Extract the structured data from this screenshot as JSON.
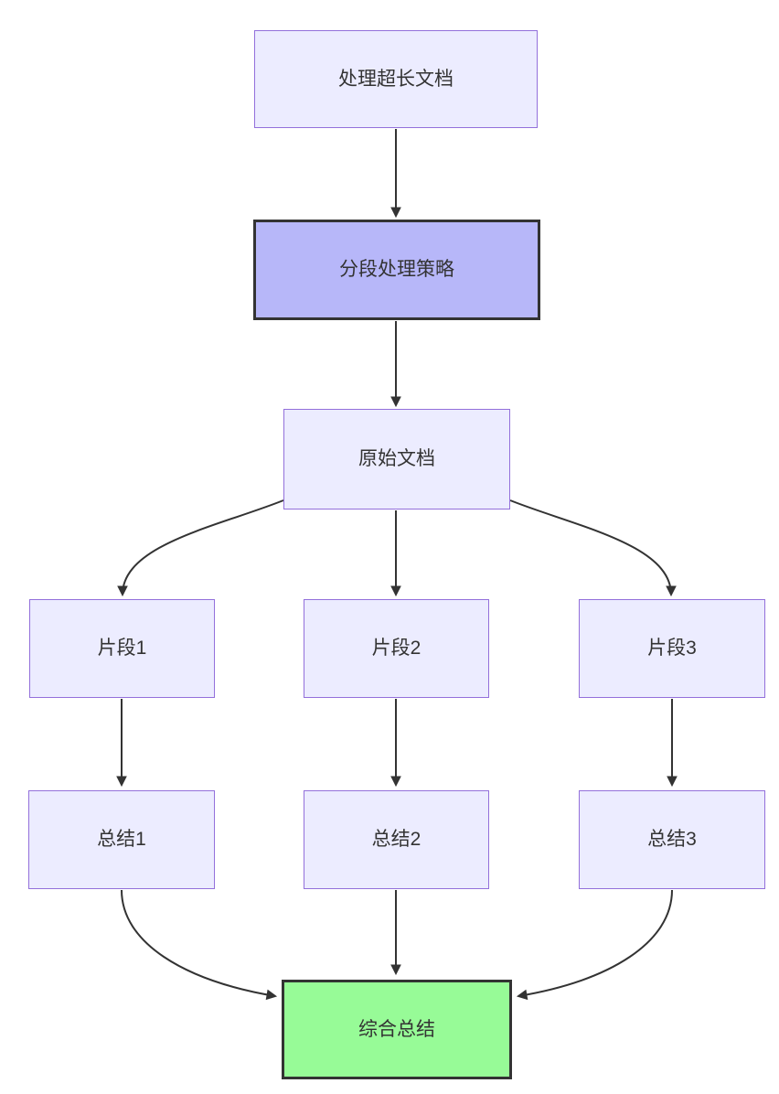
{
  "diagram": {
    "type": "flowchart",
    "direction": "top-down",
    "nodes": [
      {
        "id": "A",
        "label": "处理超长文档",
        "kind": "default"
      },
      {
        "id": "B",
        "label": "分段处理策略",
        "kind": "emphasis-purple"
      },
      {
        "id": "C",
        "label": "原始文档",
        "kind": "default"
      },
      {
        "id": "D",
        "label": "片段1",
        "kind": "default"
      },
      {
        "id": "E",
        "label": "片段2",
        "kind": "default"
      },
      {
        "id": "F",
        "label": "片段3",
        "kind": "default"
      },
      {
        "id": "G",
        "label": "总结1",
        "kind": "default"
      },
      {
        "id": "H",
        "label": "总结2",
        "kind": "default"
      },
      {
        "id": "I",
        "label": "总结3",
        "kind": "default"
      },
      {
        "id": "J",
        "label": "综合总结",
        "kind": "emphasis-green"
      }
    ],
    "edges": [
      {
        "from": "A",
        "to": "B"
      },
      {
        "from": "B",
        "to": "C"
      },
      {
        "from": "C",
        "to": "D"
      },
      {
        "from": "C",
        "to": "E"
      },
      {
        "from": "C",
        "to": "F"
      },
      {
        "from": "D",
        "to": "G"
      },
      {
        "from": "E",
        "to": "H"
      },
      {
        "from": "F",
        "to": "I"
      },
      {
        "from": "G",
        "to": "J"
      },
      {
        "from": "H",
        "to": "J"
      },
      {
        "from": "I",
        "to": "J"
      }
    ],
    "colors": {
      "node_fill_default": "#ECECFF",
      "node_border_default": "#9370DB",
      "node_fill_purple": "#B7B7F9",
      "node_fill_green": "#97FB97",
      "node_border_dark": "#333333",
      "edge_stroke": "#333333",
      "text": "#333333",
      "background": "#FFFFFF"
    }
  }
}
